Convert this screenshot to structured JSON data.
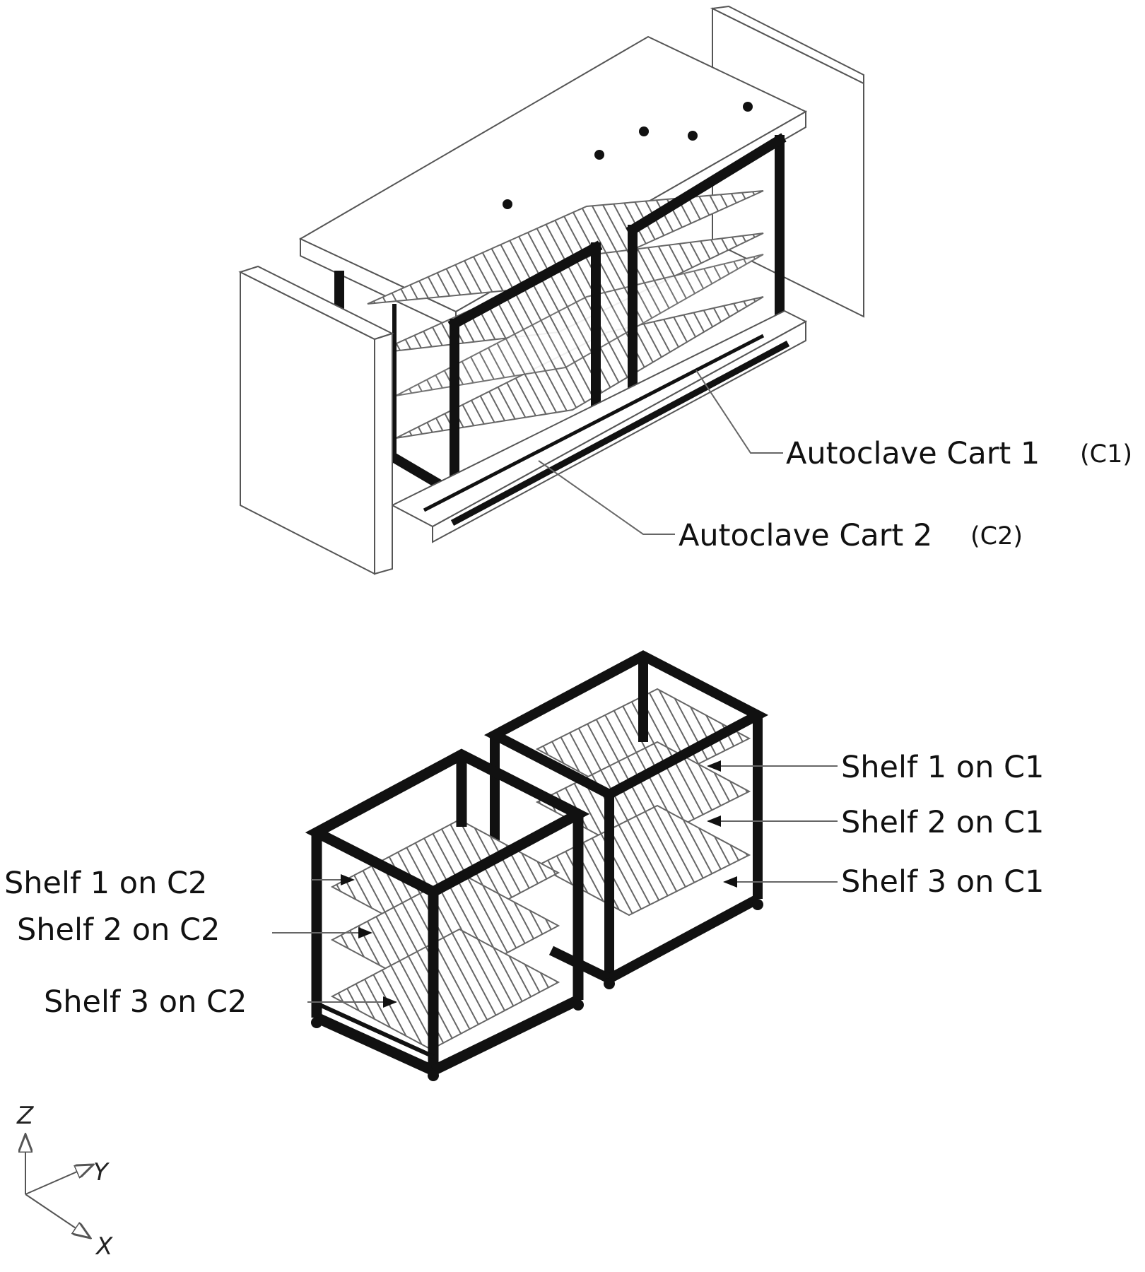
{
  "labels": {
    "cart1_main": "Autoclave Cart 1",
    "cart1_code": "(C1)",
    "cart2_main": "Autoclave Cart 2",
    "cart2_code": "(C2)",
    "c1_shelf1": "Shelf 1 on C1",
    "c1_shelf2": "Shelf 2 on C1",
    "c1_shelf3": "Shelf 3 on C1",
    "c2_shelf1": "Shelf 1 on C2",
    "c2_shelf2": "Shelf 2 on C2",
    "c2_shelf3": "Shelf 3 on C2"
  },
  "axes": {
    "z": "Z",
    "y": "Y",
    "x": "X"
  },
  "colors": {
    "frame": "#111111",
    "panel_stroke": "#555555",
    "panel_fill": "#ffffff",
    "shelf": "#666666",
    "leader": "#666666"
  }
}
